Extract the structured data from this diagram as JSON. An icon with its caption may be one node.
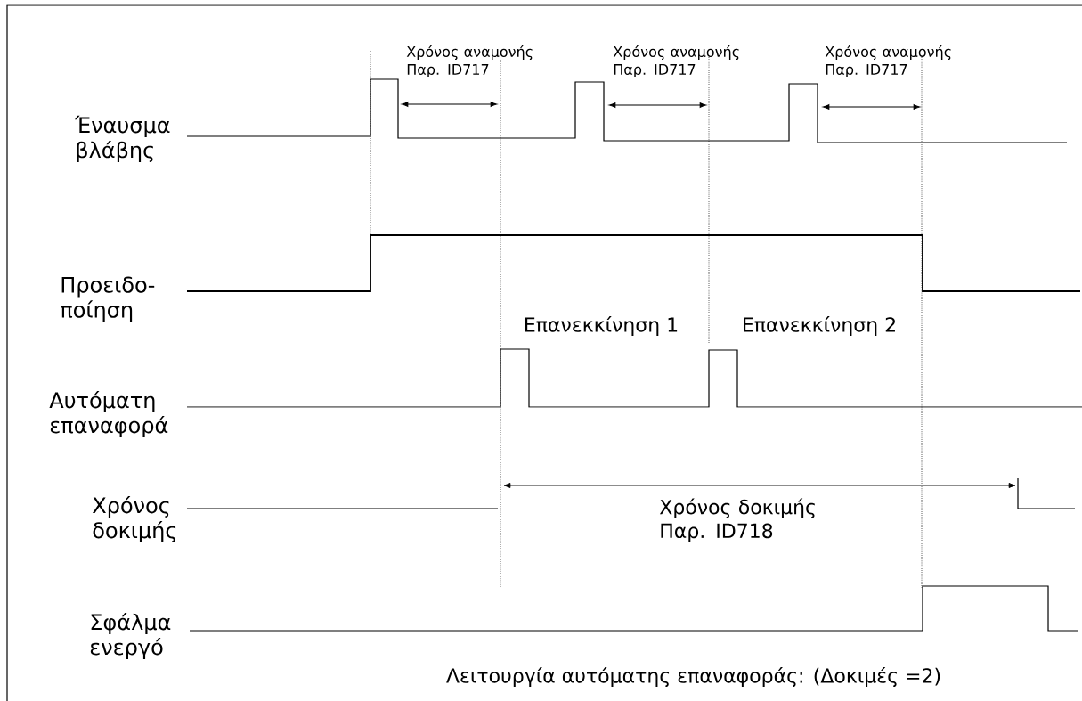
{
  "diagram": {
    "caption": "Λειτουργία αυτόματης επαναφοράς: (Δοκιμές =2)",
    "labels": [
      "Χρόνος αναμονής Παρ. ID717",
      "Χρόνος αναμονής Παρ. ID717",
      "Χρόνος αναμονής Παρ. ID717",
      "Έναυσμα βλάβης",
      "Προειδο- ποίηση",
      "Επανεκκίνηση 1",
      "Επανεκκίνηση 2",
      "Αυτόματη επαναφορά",
      "Χρόνος δοκιμής",
      "Χρόνος δοκιμής Παρ. ID718",
      "Σφάλμα ενεργό"
    ]
  }
}
